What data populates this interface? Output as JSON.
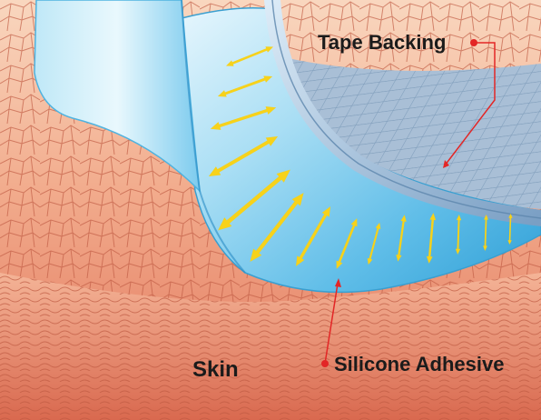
{
  "labels": {
    "tape_backing": "Tape Backing",
    "silicone_adhesive": "Silicone Adhesive",
    "skin": "Skin"
  },
  "colors": {
    "skin_light": "#f6c7a8",
    "skin_mid": "#ee9b7e",
    "skin_dark": "#d66a50",
    "skin_cell_line": "#b8543d",
    "adhesive_light": "#d9f1fb",
    "adhesive_mid": "#8fd3f0",
    "adhesive_dark": "#2f9fd6",
    "backing_light": "#cfe3f3",
    "backing_dark": "#6f97bf",
    "mesh": "#7f9dbb",
    "arrow_fill": "#f7d21a",
    "arrow_stroke": "#b8900a",
    "callout_line": "#e32626",
    "label_text": "#1b1b1b"
  },
  "icons": {
    "force_arrow": "double-headed-arrow",
    "callout_dot": "red-dot"
  }
}
